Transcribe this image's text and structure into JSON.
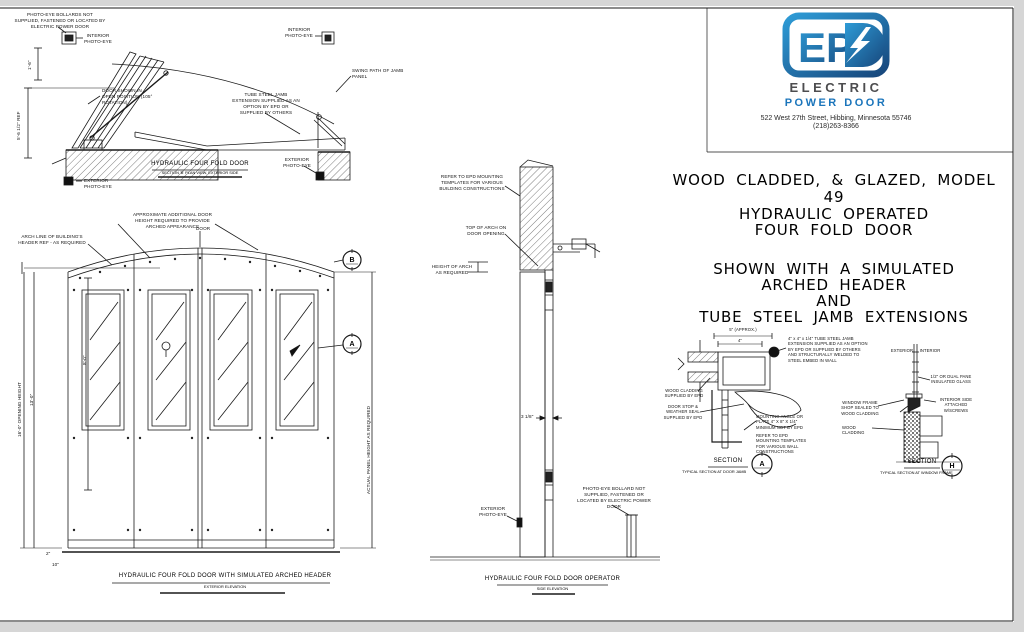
{
  "title_block": {
    "logo_text": "EPD",
    "brand_line1": "ELECTRIC",
    "brand_line2": "POWER DOOR",
    "address": "522 West 27th Street, Hibbing, Minnesota 55746",
    "phone": "(218)263-8366",
    "logo_blue": "#2383c6",
    "logo_navy": "#1d3f6e",
    "brand_gray": "#4d4d4f"
  },
  "main_title": {
    "lines": [
      "WOOD CLADDED, & GLAZED, MODEL",
      "49",
      "HYDRAULIC OPERATED",
      "FOUR FOLD DOOR",
      "SHOWN WITH A SIMULATED",
      "ARCHED HEADER",
      "AND",
      "TUBE STEEL JAMB EXTENSIONS"
    ]
  },
  "plan_view": {
    "note_bollard": "PHOTO-EYE BOLLARDS NOT SUPPLIED, FASTENED OR LOCATED BY ELECTRIC POWER DOOR",
    "label_interior_photo_eye": "INTERIOR PHOTO-EYE",
    "label_interior_photo_eye_2": "INTERIOR PHOTO-EYE",
    "label_swing_path": "SWING PATH OF JAMB PANEL",
    "label_open_position": "DOOR SHOWN IN OPEN POSITION (105° ROTATION)",
    "label_tube_steel": "TUBE STEEL JAMB EXTENSION SUPPLIED AS AN OPTION BY EPD OR SUPPLIED BY OTHERS",
    "label_exterior_photo_eye": "EXTERIOR PHOTO-EYE",
    "label_exterior_photo_eye_2": "EXTERIOR PHOTO-EYE",
    "dim_1": "1'-6\"",
    "dim_2": "5'-6 1/2\" REF",
    "title": "HYDRAULIC FOUR FOLD DOOR",
    "subtitle": "SECTION 'B' PLAN VIEW, EXTERIOR SIDE"
  },
  "elevation": {
    "note_add_height": "APPROXIMATE ADDITIONAL DOOR HEIGHT REQUIRED TO PROVIDE ARCHED APPEARANCE",
    "note_arch_line": "ARCH LINE OF BUILDING'S HEADER REF - AS REQUIRED",
    "label_door_cl": "DOOR",
    "dim_opening_height": "16'-0\" OPENING HEIGHT",
    "dim_13": "13'-0\"",
    "dim_8": "8'-0\"",
    "dim_actual_panel": "ACTUAL PANEL HEIGHT AS REQUIRED",
    "dim_2in": "2\"",
    "dim_10in": "10\"",
    "marker_b": "B",
    "marker_a": "A",
    "title": "HYDRAULIC FOUR FOLD DOOR WITH SIMULATED ARCHED HEADER",
    "subtitle": "EXTERIOR ELEVATION"
  },
  "side_view": {
    "note_templates": "REFER TO EPD MOUNTING TEMPLATES FOR VARIOUS BUILDING CONSTRUCTIONS",
    "label_top_of_arch": "TOP OF ARCH ON DOOR OPENING",
    "label_height_of_arch": "HEIGHT OF ARCH AS REQUIRED",
    "dim_3_18": "3 1/8\"",
    "label_exterior_photo_eye": "EXTERIOR PHOTO-EYE",
    "note_bollard": "PHOTO-EYE BOLLARD NOT SUPPLIED, FASTENED OR LOCATED BY ELECTRIC POWER DOOR",
    "title": "HYDRAULIC FOUR FOLD DOOR OPERATOR",
    "subtitle": "SIDE ELEVATION"
  },
  "detail_a": {
    "dim_5": "5\" (APPROX.)",
    "dim_4": "4\"",
    "note_tube": "4\" x 4\" x 1/4\" TUBE STEEL JAMB EXTENSION SUPPLIED AS AN OPTION BY EPD OR SUPPLIED BY OTHERS AND STRUCTURALLY WELDED TO STEEL EMBED IN WALL",
    "note_wood_cladding": "WOOD CLADDING SUPPLIED BY EPD",
    "note_door_stop": "DOOR STOP & WEATHER SEAL SUPPLIED BY EPD",
    "note_mounting_angle": "MOUNTING ANGLE OR PLATE 4\" X 8\" X 1/4\" MINIMUM NOT BY EPD",
    "note_refer": "REFER TO EPD MOUNTING TEMPLATES FOR VARIOUS WALL CONSTRUCTIONS",
    "section_label": "SECTION",
    "marker": "A",
    "subtitle": "TYPICAL SECTION AT DOOR JAMB"
  },
  "detail_h": {
    "label_exterior": "EXTERIOR",
    "label_interior": "INTERIOR",
    "note_glass": "1/2\" OR DUAL PANE INSULATED GLASS",
    "note_interior_side": "INTERIOR SIDE ATTACHED W/SCREWS",
    "note_window_frame": "WINDOW FRAME SHOP SEALED TO WOOD CLADDING",
    "note_wood_cladding": "WOOD CLADDING",
    "section_label": "SECTION",
    "marker": "H",
    "subtitle": "TYPICAL SECTION AT WINDOW FRAME"
  }
}
